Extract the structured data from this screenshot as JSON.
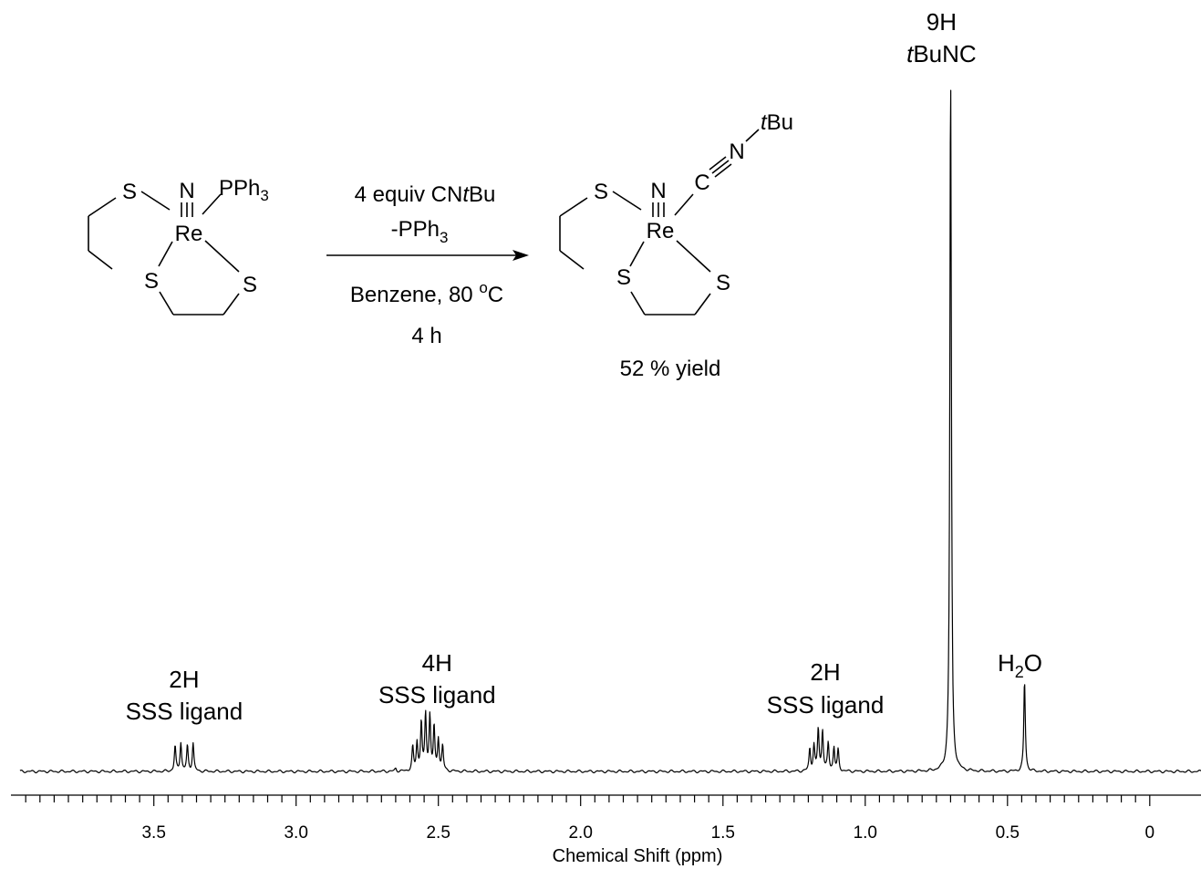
{
  "chart_data": {
    "type": "line",
    "title": "",
    "xlabel": "Chemical Shift (ppm)",
    "ylabel": "",
    "xlim": [
      3.97,
      -0.18
    ],
    "x_reversed": true,
    "tick_labels": [
      "3.5",
      "3.0",
      "2.5",
      "2.0",
      "1.5",
      "1.0",
      "0.5",
      "0"
    ],
    "tick_values": [
      3.5,
      3.0,
      2.5,
      2.0,
      1.5,
      1.0,
      0.5,
      0.0
    ],
    "grid": false,
    "series": [
      {
        "peaks": [
          {
            "ppm": 3.425,
            "h": 0.036
          },
          {
            "ppm": 3.405,
            "h": 0.041
          },
          {
            "ppm": 3.382,
            "h": 0.036
          },
          {
            "ppm": 3.362,
            "h": 0.04
          },
          {
            "ppm": 2.65,
            "h": 0.004
          },
          {
            "ppm": 2.59,
            "h": 0.034
          },
          {
            "ppm": 2.575,
            "h": 0.04
          },
          {
            "ppm": 2.56,
            "h": 0.07
          },
          {
            "ppm": 2.545,
            "h": 0.08
          },
          {
            "ppm": 2.53,
            "h": 0.078
          },
          {
            "ppm": 2.515,
            "h": 0.062
          },
          {
            "ppm": 2.5,
            "h": 0.046
          },
          {
            "ppm": 2.485,
            "h": 0.036
          },
          {
            "ppm": 1.195,
            "h": 0.032
          },
          {
            "ppm": 1.18,
            "h": 0.036
          },
          {
            "ppm": 1.165,
            "h": 0.06
          },
          {
            "ppm": 1.15,
            "h": 0.058
          },
          {
            "ppm": 1.13,
            "h": 0.04
          },
          {
            "ppm": 1.11,
            "h": 0.034
          },
          {
            "ppm": 1.095,
            "h": 0.03
          },
          {
            "ppm": 0.7,
            "h": 1.0
          },
          {
            "ppm": 0.44,
            "h": 0.13
          }
        ]
      }
    ],
    "annotations": [
      {
        "count": "2H",
        "group": "SSS ligand",
        "ppm": 3.4
      },
      {
        "count": "4H",
        "group": "SSS ligand",
        "ppm": 2.53
      },
      {
        "count": "2H",
        "group": "SSS ligand",
        "ppm": 1.15
      },
      {
        "count": "9H",
        "group_italic": "t",
        "group": "BuNC",
        "ppm": 0.7
      },
      {
        "formula": "H",
        "sub": "2",
        "tail": "O",
        "ppm": 0.44
      }
    ]
  },
  "reaction": {
    "reagent_line1_a": "4 equiv CN",
    "reagent_line1_b": "t",
    "reagent_line1_c": "Bu",
    "reagent_line2_a": "-PPh",
    "reagent_line2_sub": "3",
    "condition_line1_a": "Benzene, 80 ",
    "condition_line1_sup": "o",
    "condition_line1_b": "C",
    "condition_line2": "4 h",
    "yield": "52 % yield",
    "reactant": {
      "metal": "Re",
      "nitrido": "N",
      "phosphine": "PPh",
      "phosphine_sub": "3",
      "sulfur": "S"
    },
    "product": {
      "metal": "Re",
      "nitrido": "N",
      "carbon": "C",
      "iso_n": "N",
      "tbu_italic": "t",
      "tbu": "Bu",
      "sulfur": "S"
    }
  }
}
